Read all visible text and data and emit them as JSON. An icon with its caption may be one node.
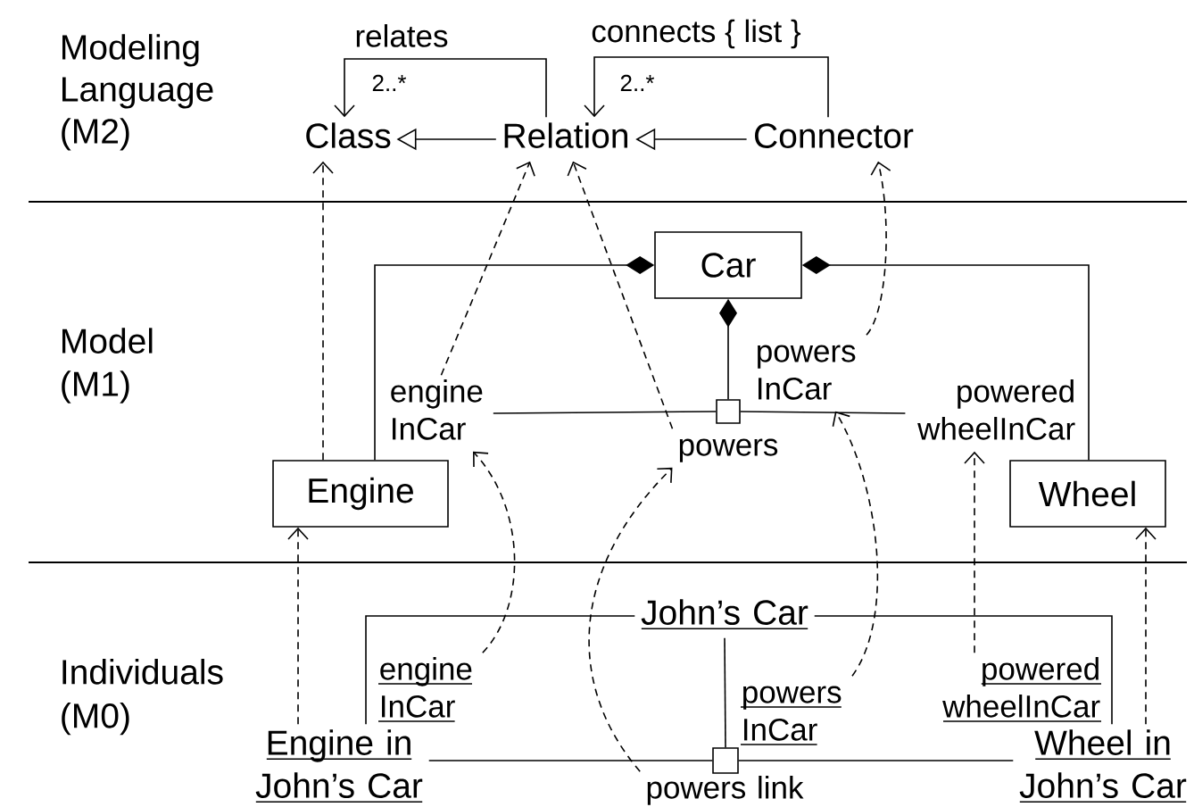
{
  "diagram": {
    "nodes": [
      {
        "text": [
          "Class"
        ]
      },
      {
        "text": [
          "Relation"
        ]
      },
      {
        "text": [
          "Connector"
        ]
      },
      {
        "text": [
          "Car"
        ]
      },
      {
        "text": [
          "Engine"
        ]
      },
      {
        "text": [
          "Wheel"
        ]
      },
      {
        "text": [
          "engine InCar"
        ]
      },
      {
        "text": [
          "powers InCar"
        ]
      },
      {
        "text": [
          "powered wheelInCar"
        ]
      },
      {
        "text": [
          "powers"
        ]
      },
      {
        "text": [],
        "shape": "box"
      },
      {
        "text": [
          "John’s Car"
        ]
      },
      {
        "text": [
          "engine InCar"
        ]
      },
      {
        "text": [
          "powers InCar"
        ]
      },
      {
        "text": [
          "powered wheelInCar"
        ]
      },
      {
        "text": [
          "Engine in John’s Car"
        ]
      },
      {
        "text": [
          "Wheel in John’s Car"
        ]
      },
      {
        "text": [],
        "shape": "box"
      },
      {
        "text": [
          "powers link"
        ]
      }
    ],
    "edges": [
      {
        "from": 1,
        "to": 0,
        "arrow": "to"
      },
      {
        "from": 2,
        "to": 1,
        "arrow": "to"
      },
      {
        "from": 1,
        "to": 0,
        "arrow": "to",
        "label": "relates"
      },
      {
        "from": 2,
        "to": 1,
        "arrow": "to",
        "label": "connects { list }"
      },
      {
        "from": 4,
        "to": 3,
        "arrow": "other"
      },
      {
        "from": 5,
        "to": 3,
        "arrow": "other"
      },
      {
        "from": 10,
        "to": 3,
        "arrow": "other"
      },
      {
        "from": 6,
        "to": 10,
        "arrow": "none"
      },
      {
        "from": 10,
        "to": 8,
        "arrow": "none"
      },
      {
        "from": 6,
        "to": 1,
        "arrow": "to",
        "style": "dashed"
      },
      {
        "from": 9,
        "to": 1,
        "arrow": "to",
        "style": "dashed"
      },
      {
        "from": 7,
        "to": 2,
        "arrow": "to",
        "style": "dashed"
      },
      {
        "from": 4,
        "to": 0,
        "arrow": "to",
        "style": "dashed"
      },
      {
        "from": 15,
        "to": 11,
        "arrow": "none"
      },
      {
        "from": 16,
        "to": 11,
        "arrow": "none"
      },
      {
        "from": 17,
        "to": 11,
        "arrow": "none"
      },
      {
        "from": 15,
        "to": 17,
        "arrow": "none"
      },
      {
        "from": 17,
        "to": 16,
        "arrow": "none"
      },
      {
        "from": 15,
        "to": 4,
        "arrow": "to",
        "style": "dashed"
      },
      {
        "from": 16,
        "to": 5,
        "arrow": "to",
        "style": "dashed"
      },
      {
        "from": 12,
        "to": 6,
        "arrow": "to",
        "style": "dashed"
      },
      {
        "from": 18,
        "to": 9,
        "arrow": "to",
        "style": "dashed"
      },
      {
        "from": 13,
        "to": 7,
        "arrow": "to",
        "style": "dashed"
      },
      {
        "from": 14,
        "to": 8,
        "arrow": "to",
        "style": "dashed"
      }
    ],
    "labels": [
      "Modeling Language (M2)",
      "2..*",
      "2..*",
      "Model (M1)",
      "Individuals (M0)"
    ]
  }
}
